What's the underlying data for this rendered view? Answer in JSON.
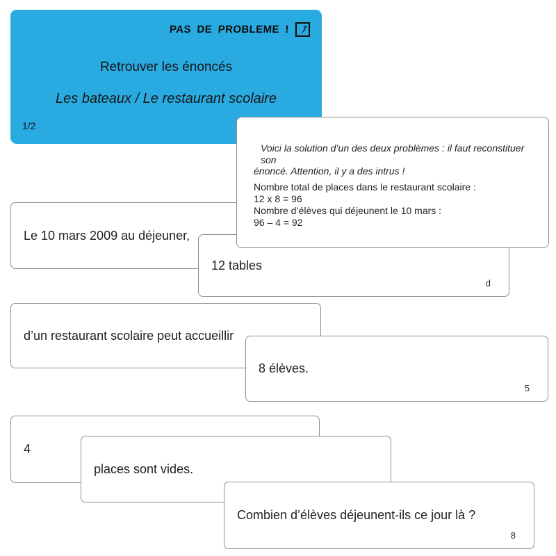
{
  "header": {
    "logo_text": "PAS DE PROBLEME !",
    "title": "Retrouver les énoncés",
    "subtitle": "Les bateaux / Le restaurant scolaire",
    "page_indicator": "1/2",
    "background_color": "#29ABE2"
  },
  "solution_card": {
    "intro_line1": "Voici la solution d’un des deux problèmes : il faut reconstituer son",
    "intro_line2": "énoncé. Attention, il y a des intrus !",
    "lines": [
      "Nombre total de places dans le restaurant scolaire :",
      "12 x 8 = 96",
      "Nombre d’élèves qui déjeunent le 10 mars :",
      "96 – 4 = 92"
    ]
  },
  "cards": [
    {
      "text": "Le 10 mars 2009 au déjeuner,",
      "corner": ""
    },
    {
      "text": "12 tables",
      "corner": "d"
    },
    {
      "text": "d’un restaurant scolaire peut accueillir",
      "corner": ""
    },
    {
      "text": "8 élèves.",
      "corner": "5"
    },
    {
      "text": "4",
      "corner": ""
    },
    {
      "text": "places sont vides.",
      "corner": ""
    },
    {
      "text": "Combien d’élèves déjeunent-ils ce jour là ?",
      "corner": "8"
    }
  ]
}
